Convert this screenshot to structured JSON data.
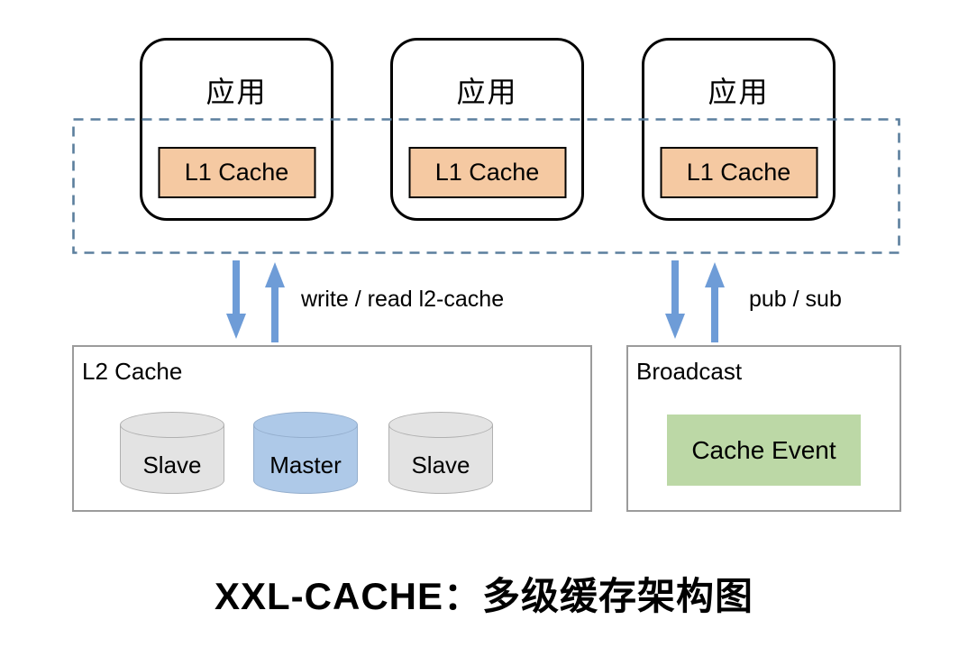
{
  "title": "XXL-CACHE：多级缓存架构图",
  "apps": [
    {
      "label": "应用",
      "l1_label": "L1 Cache"
    },
    {
      "label": "应用",
      "l1_label": "L1 Cache"
    },
    {
      "label": "应用",
      "l1_label": "L1 Cache"
    }
  ],
  "flows": {
    "left_label": "write / read l2-cache",
    "right_label": "pub / sub"
  },
  "l2_cache": {
    "title": "L2 Cache",
    "nodes": [
      {
        "label": "Slave",
        "role": "slave"
      },
      {
        "label": "Master",
        "role": "master"
      },
      {
        "label": "Slave",
        "role": "slave"
      }
    ]
  },
  "broadcast": {
    "title": "Broadcast",
    "event_label": "Cache Event"
  },
  "colors": {
    "l1_cache_fill": "#f5c9a2",
    "master_fill": "#aec9e8",
    "slave_fill": "#e3e3e3",
    "cache_event_fill": "#bcd8a6",
    "arrow_blue": "#6e9cd7",
    "dashed_border": "#5b7f9d",
    "container_border": "#9b9b9b"
  }
}
